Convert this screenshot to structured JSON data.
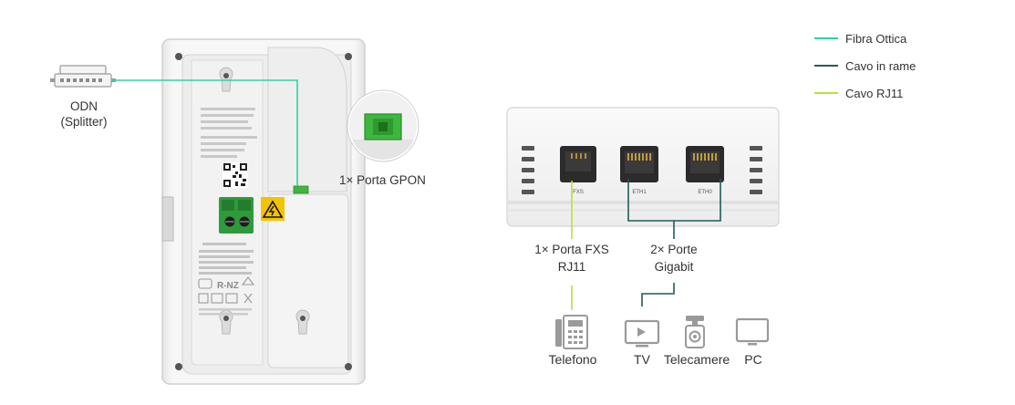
{
  "legend": [
    {
      "label": "Fibra Ottica",
      "color": "#2fd3a6"
    },
    {
      "label": "Cavo in rame",
      "color": "#1f5c5a"
    },
    {
      "label": "Cavo RJ11",
      "color": "#b8e03c"
    }
  ],
  "odn": {
    "line1": "ODN",
    "line2": "(Splitter)"
  },
  "gpon_port": "1× Porta GPON",
  "fxs_port": {
    "line1": "1× Porta FXS",
    "line2": "RJ11"
  },
  "gigabit_ports": {
    "line1": "2× Porte",
    "line2": "Gigabit"
  },
  "device_port_labels": {
    "fxs": "FXS",
    "eth1": "ETH1",
    "eth0": "ETH0"
  },
  "back_panel": {
    "certifications": "R-NZ"
  },
  "devices": [
    {
      "label": "Telefono",
      "icon": "telephone-icon"
    },
    {
      "label": "TV",
      "icon": "tv-icon"
    },
    {
      "label": "Telecamere",
      "icon": "camera-icon"
    },
    {
      "label": "PC",
      "icon": "monitor-icon"
    }
  ],
  "colors": {
    "fiber": "#2fd3a6",
    "copper": "#1f5c5a",
    "rj11": "#b8e03c",
    "gpon_port": "#3fb63f",
    "terminal": "#2e9b3a",
    "warning": "#f2c400"
  }
}
